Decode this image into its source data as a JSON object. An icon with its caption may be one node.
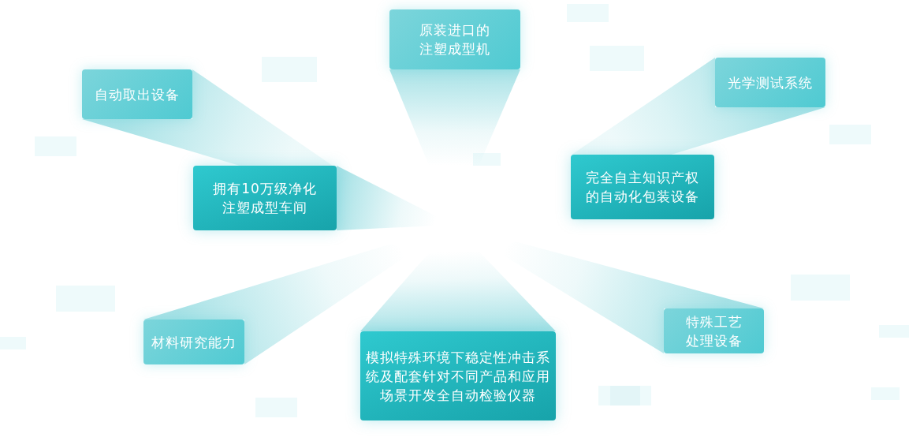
{
  "diagram": {
    "nodes": [
      {
        "text": [
          "原装进口的注塑成型机"
        ]
      },
      {
        "text": [
          "自动取出设备"
        ]
      },
      {
        "text": [
          "光学测试系统"
        ]
      },
      {
        "text": [
          "拥有10万级净化注塑成型车间"
        ]
      },
      {
        "text": [
          "完全自主知识产权的自动化包装设备"
        ]
      },
      {
        "text": [
          "材料研究能力"
        ]
      },
      {
        "text": [
          "模拟特殊环境下稳定性冲击系统及配套针对不同产品和应用场景开发全自动检验仪器"
        ]
      },
      {
        "text": [
          "特殊工艺处理设备"
        ]
      }
    ],
    "edges": [
      {
        "from": 3,
        "to": 1,
        "arrow": "none"
      },
      {
        "from": 4,
        "to": 2,
        "arrow": "none"
      }
    ]
  }
}
